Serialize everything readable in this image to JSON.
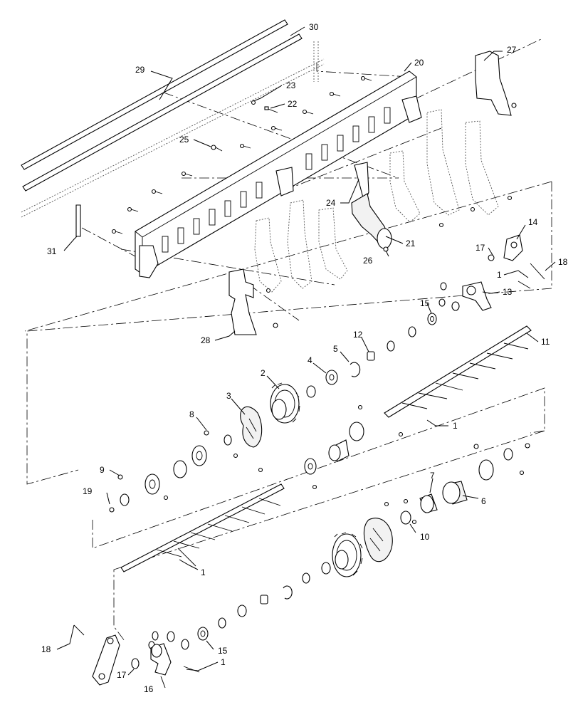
{
  "callouts": [
    {
      "id": "30",
      "label": "30"
    },
    {
      "id": "29",
      "label": "29"
    },
    {
      "id": "27",
      "label": "27"
    },
    {
      "id": "20",
      "label": "20"
    },
    {
      "id": "23",
      "label": "23"
    },
    {
      "id": "22",
      "label": "22"
    },
    {
      "id": "25",
      "label": "25"
    },
    {
      "id": "24",
      "label": "24"
    },
    {
      "id": "21",
      "label": "21"
    },
    {
      "id": "26",
      "label": "26"
    },
    {
      "id": "31",
      "label": "31"
    },
    {
      "id": "28",
      "label": "28"
    },
    {
      "id": "14",
      "label": "14"
    },
    {
      "id": "17a",
      "label": "17"
    },
    {
      "id": "18a",
      "label": "18"
    },
    {
      "id": "1a",
      "label": "1"
    },
    {
      "id": "13",
      "label": "13"
    },
    {
      "id": "15a",
      "label": "15"
    },
    {
      "id": "12",
      "label": "12"
    },
    {
      "id": "5",
      "label": "5"
    },
    {
      "id": "4",
      "label": "4"
    },
    {
      "id": "11",
      "label": "11"
    },
    {
      "id": "2",
      "label": "2"
    },
    {
      "id": "3",
      "label": "3"
    },
    {
      "id": "8",
      "label": "8"
    },
    {
      "id": "1b",
      "label": "1"
    },
    {
      "id": "9",
      "label": "9"
    },
    {
      "id": "19",
      "label": "19"
    },
    {
      "id": "7",
      "label": "7"
    },
    {
      "id": "6",
      "label": "6"
    },
    {
      "id": "10",
      "label": "10"
    },
    {
      "id": "1c",
      "label": "1"
    },
    {
      "id": "18b",
      "label": "18"
    },
    {
      "id": "15b",
      "label": "15"
    },
    {
      "id": "1d",
      "label": "1"
    },
    {
      "id": "17b",
      "label": "17"
    },
    {
      "id": "16",
      "label": "16"
    }
  ]
}
